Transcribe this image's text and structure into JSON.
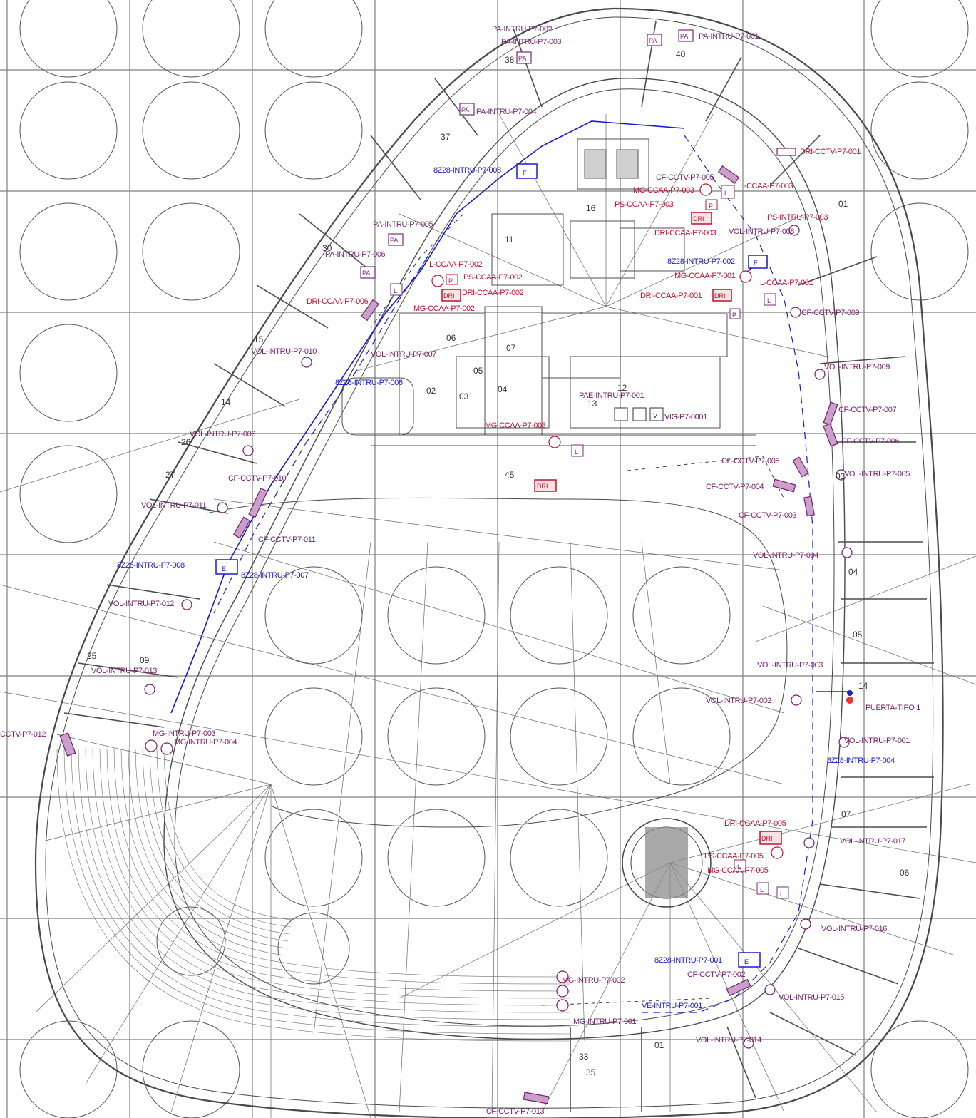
{
  "colors": {
    "background": "#ffffff",
    "grid": "#808080",
    "structure": "#4d4d4d",
    "intrusion": "#1a1ad4",
    "access_control": "#c4102e",
    "cctv": "#7a1c6e",
    "panic": "#7a2c7a"
  },
  "device_labels": [
    {
      "text": "PA-INTRU-P7-002",
      "color": "panic"
    },
    {
      "text": "PA-INTRU-P7-001",
      "color": "panic"
    },
    {
      "text": "PA-INTRU-P7-003",
      "color": "panic"
    },
    {
      "text": "PA-INTRU-P7-004",
      "color": "panic"
    },
    {
      "text": "PA-INTRU-P7-005",
      "color": "panic"
    },
    {
      "text": "PA-INTRU-P7-006",
      "color": "panic"
    },
    {
      "text": "DRI-CCTV-P7-001",
      "color": "access_control"
    },
    {
      "text": "8Z28-INTRU-P7-008",
      "color": "intrusion"
    },
    {
      "text": "CF-CCTV-P7-005",
      "color": "cctv"
    },
    {
      "text": "MG-CCAA-P7-003",
      "color": "access_control"
    },
    {
      "text": "PS-CCAA-P7-003",
      "color": "access_control"
    },
    {
      "text": "L-CCAA-P7-003",
      "color": "access_control"
    },
    {
      "text": "PS-INTRU-P7-003",
      "color": "access_control"
    },
    {
      "text": "VOL-INTRU-P7-008",
      "color": "cctv"
    },
    {
      "text": "DRI-CCAA-P7-003",
      "color": "access_control"
    },
    {
      "text": "8Z28-INTRU-P7-002",
      "color": "intrusion"
    },
    {
      "text": "MG-CCAA-P7-001",
      "color": "access_control"
    },
    {
      "text": "L-CCAA-P7-001",
      "color": "access_control"
    },
    {
      "text": "DRI-CCAA-P7-001",
      "color": "access_control"
    },
    {
      "text": "DRI-CCAA-P7-002",
      "color": "access_control"
    },
    {
      "text": "PS-CCAA-P7-002",
      "color": "access_control"
    },
    {
      "text": "L-CCAA-P7-002",
      "color": "access_control"
    },
    {
      "text": "MG-CCAA-P7-002",
      "color": "access_control"
    },
    {
      "text": "DRI-CCAA-P7-006",
      "color": "access_control"
    },
    {
      "text": "CF-CCTV-P7-009",
      "color": "cctv"
    },
    {
      "text": "VOL-INTRU-P7-007",
      "color": "cctv"
    },
    {
      "text": "VOL-INTRU-P7-009",
      "color": "cctv"
    },
    {
      "text": "VOL-INTRU-P7-006",
      "color": "cctv"
    },
    {
      "text": "VOL-INTRU-P7-010",
      "color": "cctv"
    },
    {
      "text": "8Z28-INTRU-P7-006",
      "color": "intrusion"
    },
    {
      "text": "PAE-INTRU-P7-001",
      "color": "cctv"
    },
    {
      "text": "VIG-P7-0001",
      "color": "cctv"
    },
    {
      "text": "MG-CCAA-P7-003",
      "color": "access_control"
    },
    {
      "text": "CF-CCTV-P7-007",
      "color": "cctv"
    },
    {
      "text": "CF-CCTV-P7-006",
      "color": "cctv"
    },
    {
      "text": "VOL-INTRU-P7-005",
      "color": "cctv"
    },
    {
      "text": "VOL-INTRU-P7-011",
      "color": "cctv"
    },
    {
      "text": "CF-CCTV-P7-010",
      "color": "cctv"
    },
    {
      "text": "CF-CCTV-P7-005",
      "color": "cctv"
    },
    {
      "text": "CF-CCTV-P7-004",
      "color": "cctv"
    },
    {
      "text": "CF-CCTV-P7-003",
      "color": "cctv"
    },
    {
      "text": "CF-CCTV-P7-011",
      "color": "cctv"
    },
    {
      "text": "8Z28-INTRU-P7-008",
      "color": "intrusion"
    },
    {
      "text": "8Z28-INTRU-P7-007",
      "color": "intrusion"
    },
    {
      "text": "VOL-INTRU-P7-004",
      "color": "cctv"
    },
    {
      "text": "VOL-INTRU-P7-012",
      "color": "cctv"
    },
    {
      "text": "VOL-INTRU-P7-013",
      "color": "cctv"
    },
    {
      "text": "VOL-INTRU-P7-003",
      "color": "cctv"
    },
    {
      "text": "VOL-INTRU-P7-002",
      "color": "cctv"
    },
    {
      "text": "PUERTA-TIPO 1",
      "color": "cctv"
    },
    {
      "text": "CCTV-P7-012",
      "color": "cctv"
    },
    {
      "text": "MG-INTRU-P7-003",
      "color": "cctv"
    },
    {
      "text": "MG-INTRU-P7-004",
      "color": "cctv"
    },
    {
      "text": "VOL-INTRU-P7-001",
      "color": "cctv"
    },
    {
      "text": "8Z28-INTRU-P7-004",
      "color": "intrusion"
    },
    {
      "text": "DRI-CCAA-P7-005",
      "color": "access_control"
    },
    {
      "text": "VOL-INTRU-P7-017",
      "color": "cctv"
    },
    {
      "text": "PS-CCAA-P7-005",
      "color": "access_control"
    },
    {
      "text": "MG-CCAA-P7-005",
      "color": "access_control"
    },
    {
      "text": "VOL-INTRU-P7-016",
      "color": "cctv"
    },
    {
      "text": "8Z28-INTRU-P7-001",
      "color": "intrusion"
    },
    {
      "text": "CF-CCTV-P7-002",
      "color": "cctv"
    },
    {
      "text": "MG-INTRU-P7-002",
      "color": "cctv"
    },
    {
      "text": "VE-INTRU-P7-001",
      "color": "intrusion"
    },
    {
      "text": "MG-INTRU-P7-001",
      "color": "cctv"
    },
    {
      "text": "VOL-INTRU-P7-015",
      "color": "cctv"
    },
    {
      "text": "VOL-INTRU-P7-014",
      "color": "cctv"
    },
    {
      "text": "CF-CCTV-P7-013",
      "color": "cctv"
    }
  ],
  "room_numbers": [
    "38",
    "40",
    "37",
    "16",
    "11",
    "30",
    "15",
    "14",
    "26",
    "27",
    "25",
    "09",
    "06",
    "07",
    "05",
    "02",
    "03",
    "04",
    "12",
    "13",
    "45",
    "01",
    "03",
    "04",
    "05",
    "14",
    "07",
    "33",
    "35",
    "01",
    "06"
  ],
  "symbol_letters": {
    "panic": "PA",
    "door": "DRI",
    "reader": "L",
    "pushbutton": "P",
    "detector": "E",
    "vig": "V"
  }
}
